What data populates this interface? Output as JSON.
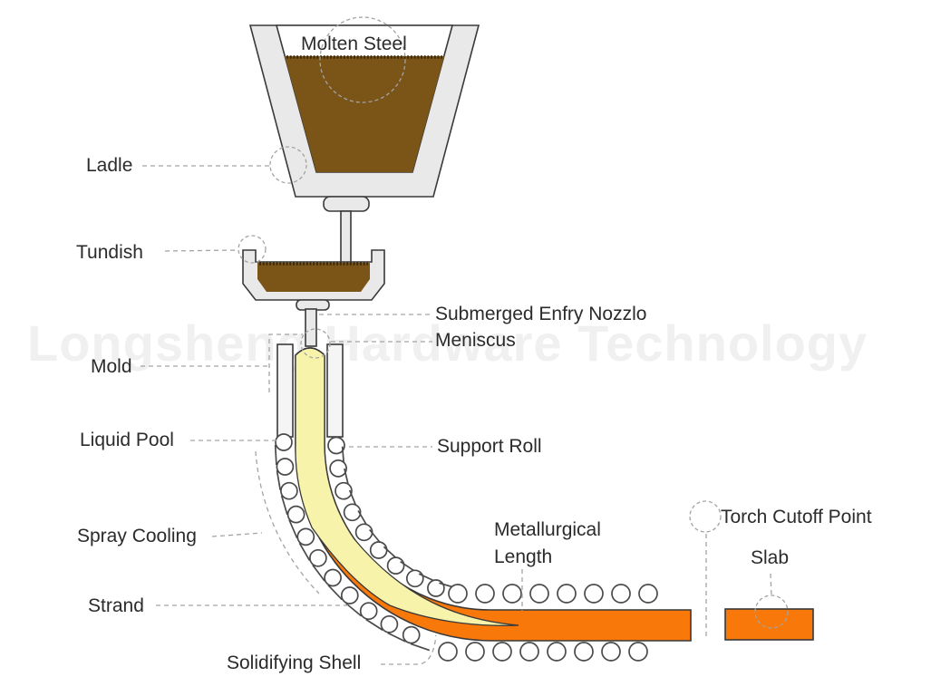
{
  "watermark": "Longsheng Hardware Technology",
  "colors": {
    "molten_steel": "#7b5418",
    "shell_orange": "#f8780a",
    "core_yellow": "#f8f3ab",
    "vessel_gray": "#e9e9e9",
    "mold_gray": "#f5f5f5",
    "outline": "#3a3a3a",
    "leader_gray": "#a3a3a3",
    "watermark_gray": "#f0f0f0",
    "label_text": "#2b2b2b"
  },
  "labels": {
    "molten_steel": "Molten Steel",
    "ladle": "Ladle",
    "tundish": "Tundish",
    "submerged_entry_nozzle": "Submerged Enfry Nozzlo",
    "meniscus": "Meniscus",
    "mold": "Mold",
    "liquid_pool": "Liquid Pool",
    "support_roll": "Support Roll",
    "spray_cooling": "Spray Cooling",
    "metallurgical_length": "Metallurgical Length",
    "torch_cutoff_point": "Torch Cutoff Point",
    "slab": "Slab",
    "strand": "Strand",
    "solidifying_shell": "Solidifying Shell"
  }
}
